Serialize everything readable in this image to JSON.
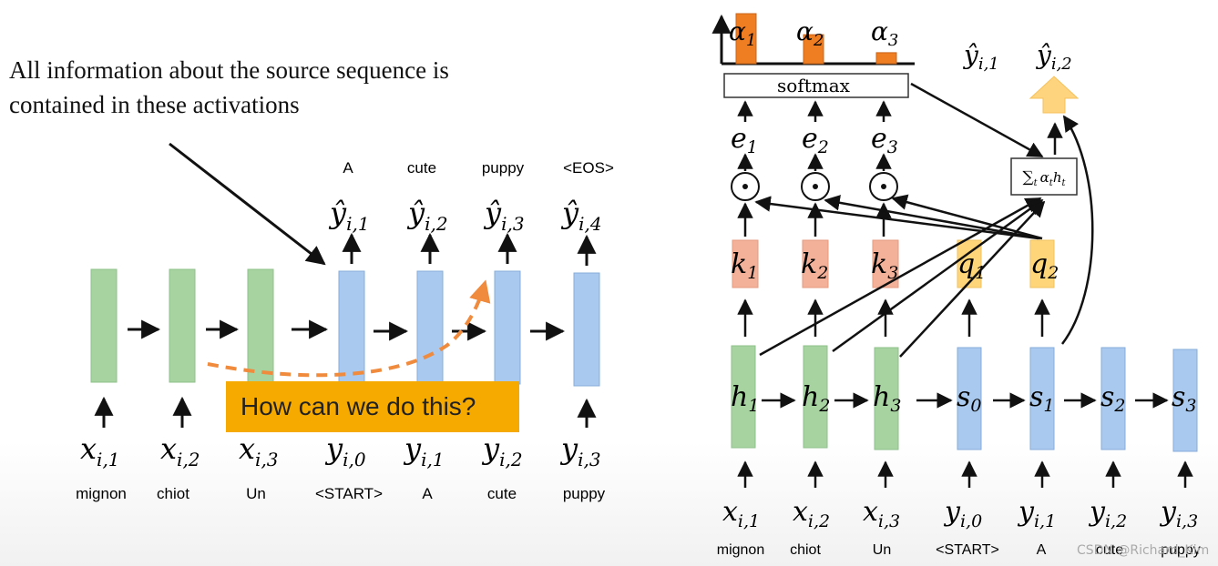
{
  "left": {
    "caption": [
      "All information about the source sequence is",
      "contained in these activations"
    ],
    "callout": "How can we do this?",
    "output_words": [
      "A",
      "cute",
      "puppy",
      "<EOS>"
    ],
    "outputs": [
      "ŷ",
      "ŷ",
      "ŷ",
      "ŷ"
    ],
    "output_subs": [
      "i,1",
      "i,2",
      "i,3",
      "i,4"
    ],
    "inputs": [
      "x",
      "x",
      "x",
      "y",
      "y",
      "y",
      "y"
    ],
    "input_subs": [
      "i,1",
      "i,2",
      "i,3",
      "i,0",
      "i,1",
      "i,2",
      "i,3"
    ],
    "input_words": [
      "mignon",
      "chiot",
      "Un",
      "<START>",
      "A",
      "cute",
      "puppy"
    ],
    "colors": {
      "encoder": "#a6d3a0",
      "decoder": "#a9c9ee",
      "arrow_dash": "#f08a3c",
      "callout": "#f6aa00"
    }
  },
  "right": {
    "alphas": [
      "α",
      "α",
      "α"
    ],
    "alpha_subs": [
      "1",
      "2",
      "3"
    ],
    "alpha_values": [
      1.0,
      0.58,
      0.22
    ],
    "softmax": "softmax",
    "e": [
      "e",
      "e",
      "e"
    ],
    "e_subs": [
      "1",
      "2",
      "3"
    ],
    "dot": "⊙",
    "keys": [
      "k",
      "k",
      "k"
    ],
    "key_subs": [
      "1",
      "2",
      "3"
    ],
    "queries": [
      "q",
      "q"
    ],
    "query_subs": [
      "1",
      "2"
    ],
    "sum_box": "Σt αt ht",
    "sum_box_parts": [
      "∑",
      "t",
      "α",
      "t",
      "h",
      "t"
    ],
    "y_hat": [
      "ŷ",
      "ŷ"
    ],
    "y_hat_subs": [
      "i,1",
      "i,2"
    ],
    "hidden": [
      "h",
      "h",
      "h",
      "s",
      "s",
      "s",
      "s"
    ],
    "hidden_subs": [
      "1",
      "2",
      "3",
      "0",
      "1",
      "2",
      "3"
    ],
    "inputs": [
      "x",
      "x",
      "x",
      "y",
      "y",
      "y",
      "y"
    ],
    "input_subs": [
      "i,1",
      "i,2",
      "i,3",
      "i,0",
      "i,1",
      "i,2",
      "i,3"
    ],
    "input_words": [
      "mignon",
      "chiot",
      "Un",
      "<START>",
      "A",
      "cute",
      "puppy"
    ],
    "colors": {
      "encoder": "#a6d3a0",
      "decoder": "#a9c9ee",
      "key": "#f4b199",
      "query": "#ffd57a",
      "alpha_bar": "#ef7d22",
      "output_arrow": "#ffd47e"
    }
  },
  "watermark": "CSDN @Richard_Kim"
}
